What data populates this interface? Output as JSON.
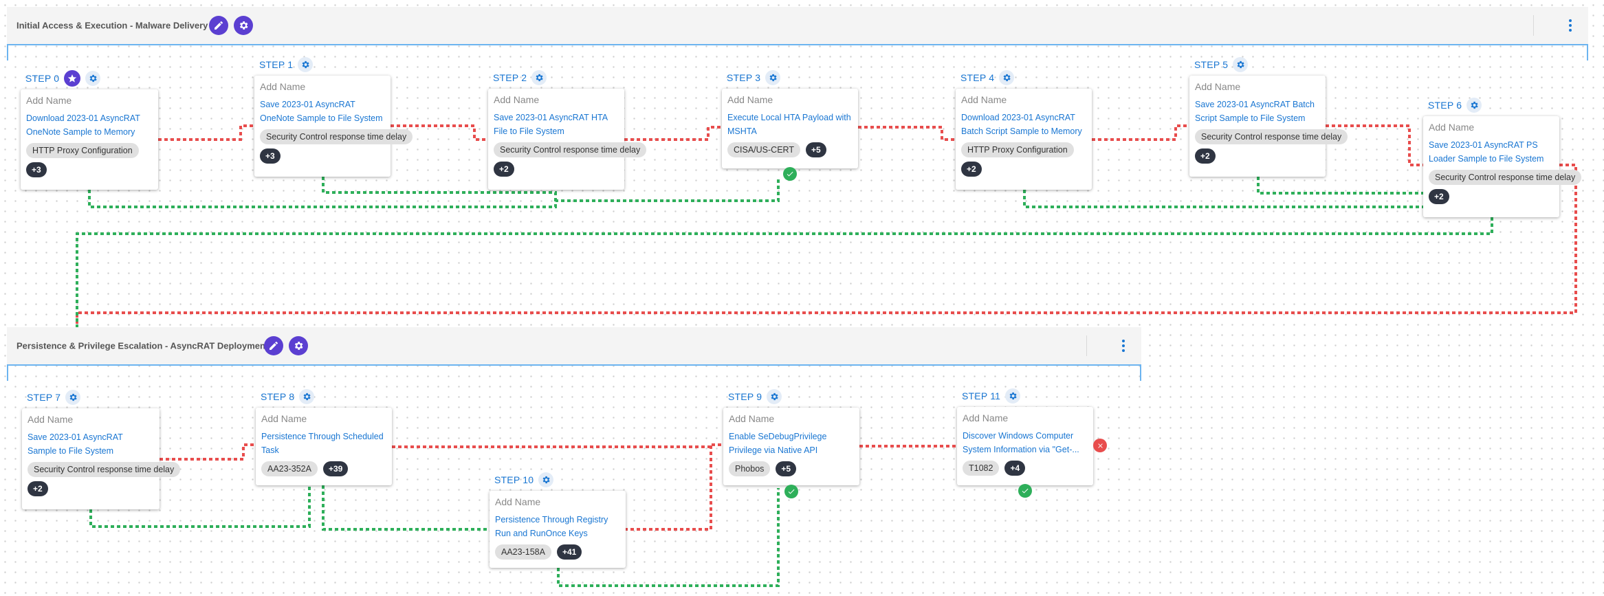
{
  "stages": [
    {
      "title": "Initial Access & Execution - Malware Delivery"
    },
    {
      "title": "Persistence & Privilege Escalation - AsyncRAT Deployment"
    }
  ],
  "name_placeholder": "Add Name",
  "steps": [
    {
      "label": "STEP 0",
      "desc": "Download 2023-01 AsyncRAT OneNote Sample to Memory",
      "tag": "HTTP Proxy Configuration",
      "count": "+3"
    },
    {
      "label": "STEP 1",
      "desc": "Save 2023-01 AsyncRAT OneNote Sample to File System",
      "tag": "Security Control response time delay",
      "count": "+3"
    },
    {
      "label": "STEP 2",
      "desc": "Save 2023-01 AsyncRAT HTA File to File System",
      "tag": "Security Control response time delay",
      "count": "+2"
    },
    {
      "label": "STEP 3",
      "desc": "Execute Local HTA Payload with MSHTA",
      "tag": "CISA/US-CERT",
      "count": "+5",
      "status": "success"
    },
    {
      "label": "STEP 4",
      "desc": "Download 2023-01 AsyncRAT Batch Script Sample to Memory",
      "tag": "HTTP Proxy Configuration",
      "count": "+2"
    },
    {
      "label": "STEP 5",
      "desc": "Save 2023-01 AsyncRAT Batch Script Sample to File System",
      "tag": "Security Control response time delay",
      "count": "+2"
    },
    {
      "label": "STEP 6",
      "desc": "Save 2023-01 AsyncRAT PS Loader Sample to File System",
      "tag": "Security Control response time delay",
      "count": "+2"
    },
    {
      "label": "STEP 7",
      "desc": "Save 2023-01 AsyncRAT Sample to File System",
      "tag": "Security Control response time delay",
      "count": "+2"
    },
    {
      "label": "STEP 8",
      "desc": "Persistence Through Scheduled Task",
      "tag": "AA23-352A",
      "count": "+39"
    },
    {
      "label": "STEP 9",
      "desc": "Enable SeDebugPrivilege Privilege via Native API",
      "tag": "Phobos",
      "count": "+5",
      "status": "success"
    },
    {
      "label": "STEP 10",
      "desc": "Persistence Through Registry Run and RunOnce Keys",
      "tag": "AA23-158A",
      "count": "+41"
    },
    {
      "label": "STEP 11",
      "desc": "Discover Windows Computer System Information via \"Get-...",
      "tag": "T1082",
      "count": "+4",
      "status": "success",
      "status2": "fail"
    }
  ],
  "colors": {
    "accent": "#1976d2",
    "purple": "#5b3fd1",
    "success": "#2eaf5a",
    "fail": "#e84d4d",
    "red_link": "#e84d4d",
    "green_link": "#2eaf5a"
  }
}
